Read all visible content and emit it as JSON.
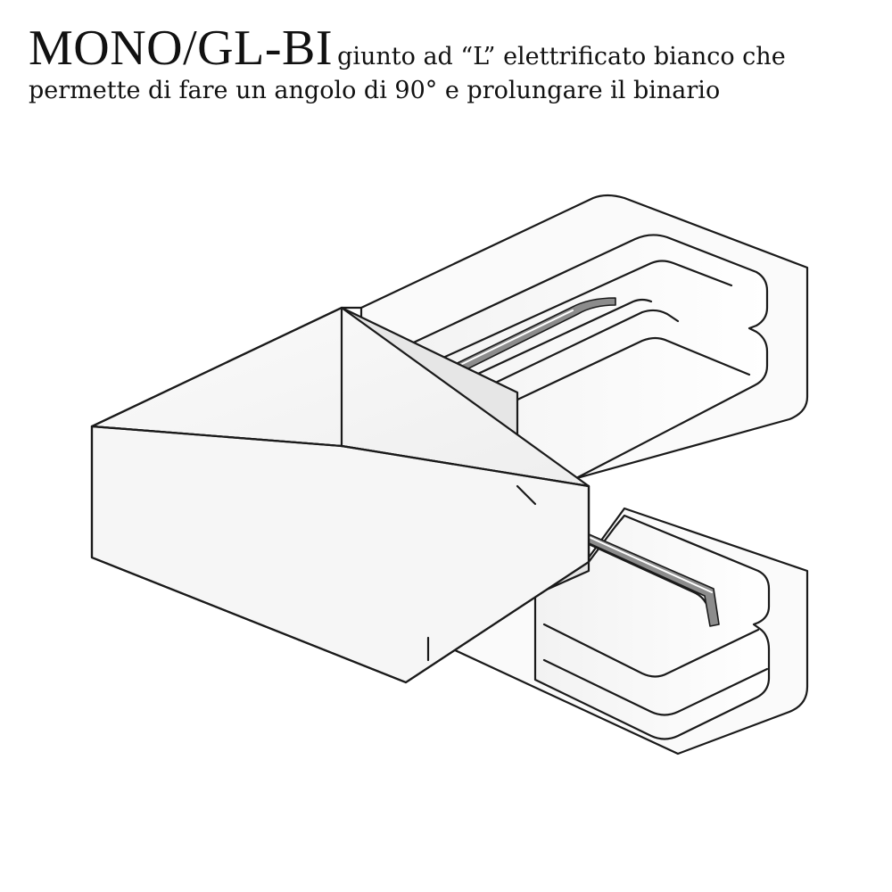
{
  "header": {
    "code": "MONO/GL-BI",
    "description_line1": "giunto ad “L” elettrificato bianco che",
    "description_line2": "permette di fare un angolo di 90° e prolungare il binario"
  },
  "colors": {
    "background": "#ffffff",
    "text": "#111111",
    "product_outline": "#1a1a1a",
    "product_face_light": "#f7f7f7",
    "product_face_shade": "#e3e3e3",
    "contact_strip": "#8c8c8c"
  },
  "icons": {
    "product_image": "l-shaped-track-connector-illustration"
  }
}
